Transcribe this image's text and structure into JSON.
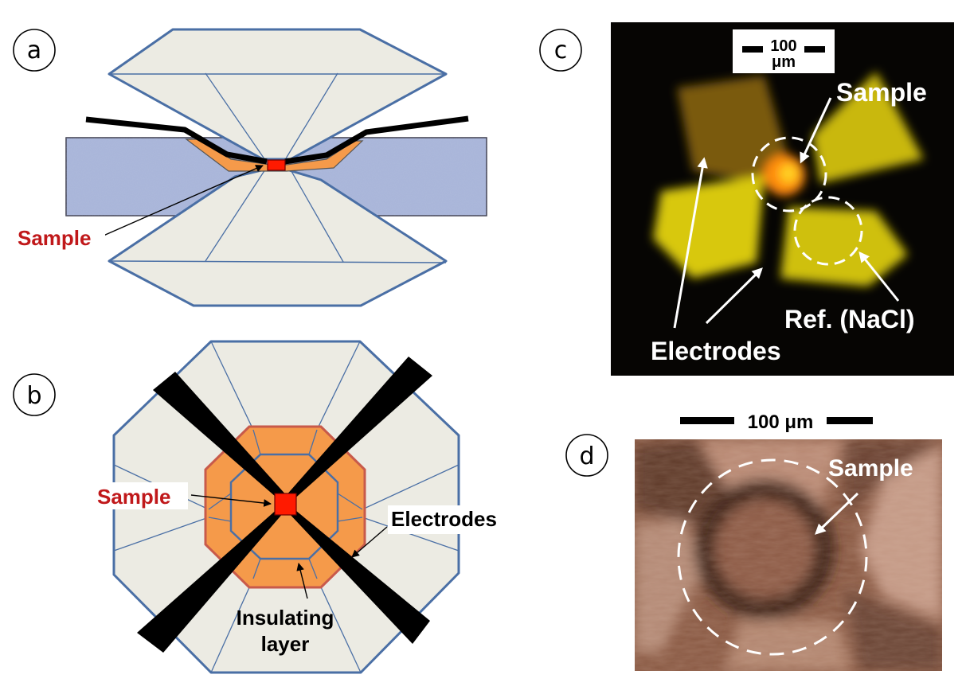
{
  "figure": {
    "panels": [
      {
        "id": "a",
        "letter": "a",
        "type": "schematic-side-view"
      },
      {
        "id": "b",
        "letter": "b",
        "type": "schematic-top-view"
      },
      {
        "id": "c",
        "letter": "c",
        "type": "micrograph-yellow"
      },
      {
        "id": "d",
        "letter": "d",
        "type": "micrograph-brown"
      }
    ],
    "panel_a": {
      "sample_label": "Sample"
    },
    "panel_b": {
      "sample_label": "Sample",
      "electrodes_label": "Electrodes",
      "insulating_label_line1": "Insulating",
      "insulating_label_line2": "layer"
    },
    "panel_c": {
      "scale_value": "100",
      "scale_unit": "μm",
      "sample_label": "Sample",
      "reference_label": "Ref. (NaCl)",
      "electrodes_label": "Electrodes"
    },
    "panel_d": {
      "scale_label": "100 μm",
      "sample_label": "Sample"
    },
    "colors": {
      "diamond_fill": "#ecebe3",
      "diamond_stroke": "#4a6fa5",
      "gasket_fill": "#a7b4d8",
      "insulator_fill": "#f59a4a",
      "insulator_stroke": "#c85a4a",
      "sample_fill": "#ff1a00",
      "electrode": "#000000",
      "sample_text": "#c0181a",
      "micrograph_c_bg": "#060503",
      "micrograph_d_bg": "#8a5a44"
    }
  }
}
